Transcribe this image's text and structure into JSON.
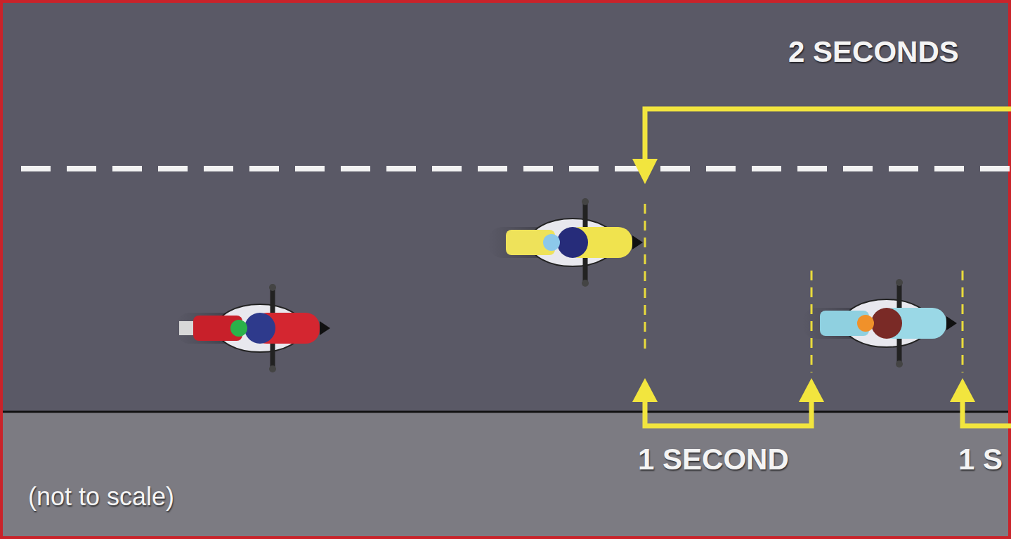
{
  "diagram": {
    "labels": [
      "2 SECONDS",
      "1 SECOND",
      "1 S",
      "(not to scale)"
    ]
  }
}
